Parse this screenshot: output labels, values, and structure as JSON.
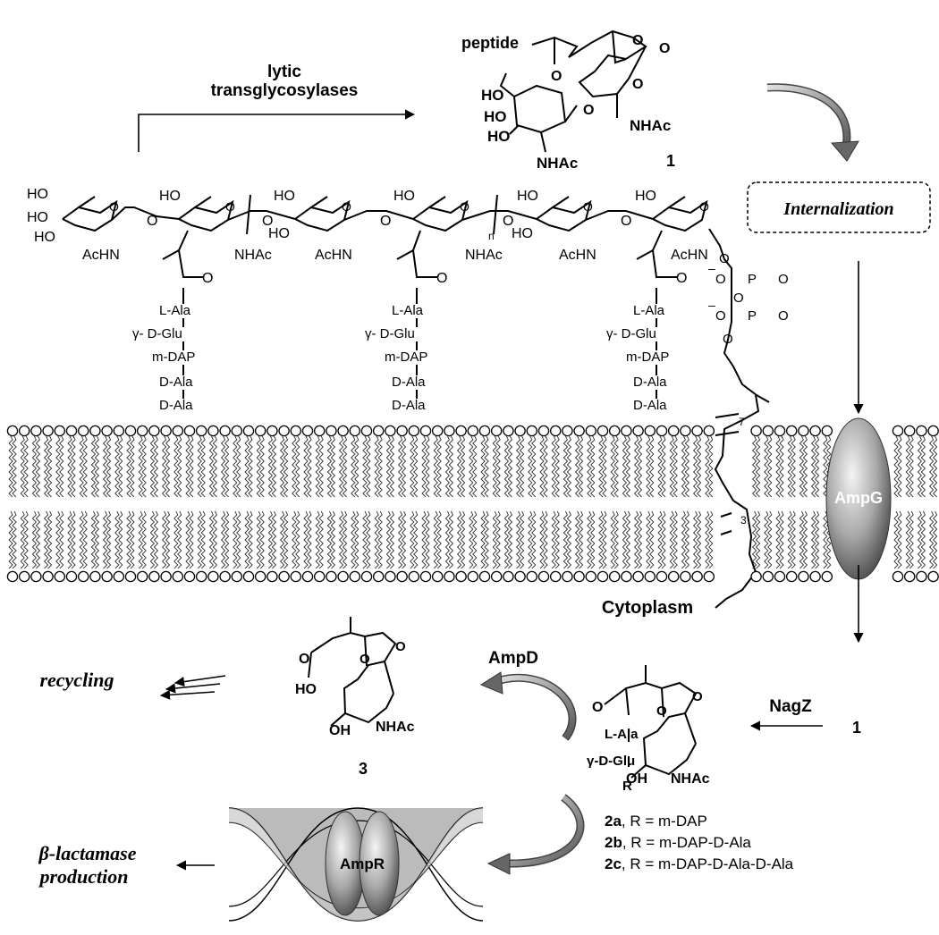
{
  "labels": {
    "lytic_line1": "lytic",
    "lytic_line2": "transglycosylases",
    "peptide": "peptide",
    "compound1_top": "1",
    "internalization": "Internalization",
    "cytoplasm": "Cytoplasm",
    "ampg": "AmpG",
    "ampd": "AmpD",
    "nagz": "NagZ",
    "nagz_source": "1",
    "recycling": "recycling",
    "compound3": "3",
    "ampr": "AmpR",
    "blactamase_line1": "β-lactamase",
    "blactamase_line2": "production",
    "n_subscript": "n",
    "seven": "7",
    "three": "3"
  },
  "chem": {
    "ho": "HO",
    "oh": "OH",
    "o": "O",
    "nhac": "NHAc",
    "achn": "AcHN",
    "p": "P",
    "minus": "–",
    "l_ala": "L-Ala",
    "g_d_glu": "γ- D-Glu",
    "m_dap": "m-DAP",
    "d_ala": "D-Ala",
    "l_ala_2": "L-Ala",
    "g_d_glu_2": "γ-D-Glu",
    "r": "R"
  },
  "compounds": [
    {
      "id": "2a",
      "text": ", R = m-DAP"
    },
    {
      "id": "2b",
      "text": ", R = m-DAP-D-Ala"
    },
    {
      "id": "2c",
      "text": ", R = m-DAP-D-Ala-D-Ala"
    }
  ]
}
